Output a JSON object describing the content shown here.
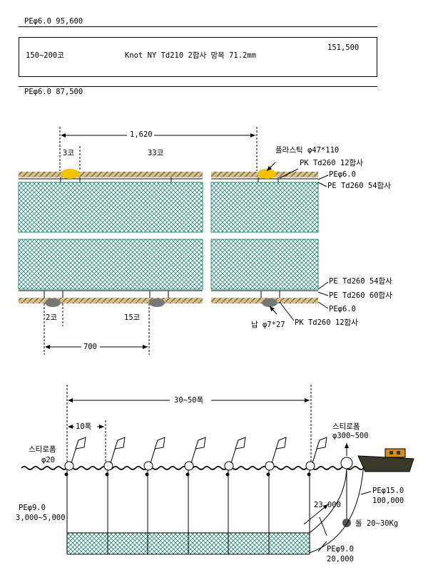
{
  "spec": {
    "top_line": "PEφ6.0   95,600",
    "box_left": "150~200코",
    "box_mid": "Knot NY Td210 2합사  망목 71.2mm",
    "box_right": "151,500",
    "bottom_line": "PEφ6.0   87,500"
  },
  "net_diagram": {
    "dim_top": "1,620",
    "label_3ko": "3코",
    "label_33ko": "33코",
    "float_label": "플라스틱 φ47*110",
    "pk_top": "PK Td260 12합사",
    "pe_top": "PEφ6.0",
    "pe_54_top": "PE Td260 54합사",
    "pe_54_bot": "PE Td260 54합사",
    "pe_60_bot": "PE Td260 60합사",
    "pe_bot": "PEφ6.0",
    "pk_bot": "PK Td260 12합사",
    "sinker_label": "납 φ7*27",
    "label_2ko": "2코",
    "label_15ko": "15코",
    "dim_bot": "700",
    "colors": {
      "net": "#2a8a7a",
      "rope": "#c8b080",
      "float": "#f2c200",
      "sinker": "#777777"
    }
  },
  "deployment": {
    "dim_span": "30~50폭",
    "dim_unit": "10폭",
    "styro_small_1": "스티로폼",
    "styro_small_2": "φ20",
    "styro_big_1": "스티로폼",
    "styro_big_2": "φ300~500",
    "pe9_left_1": "PEφ9.0",
    "pe9_left_2": "3,000~5,000",
    "pe15_1": "PEφ15.0",
    "pe15_2": "100,000",
    "len_23000": "23,000",
    "stone": "돌 20~30Kg",
    "pe9_bot_1": "PEφ9.0",
    "pe9_bot_2": "20,000"
  }
}
